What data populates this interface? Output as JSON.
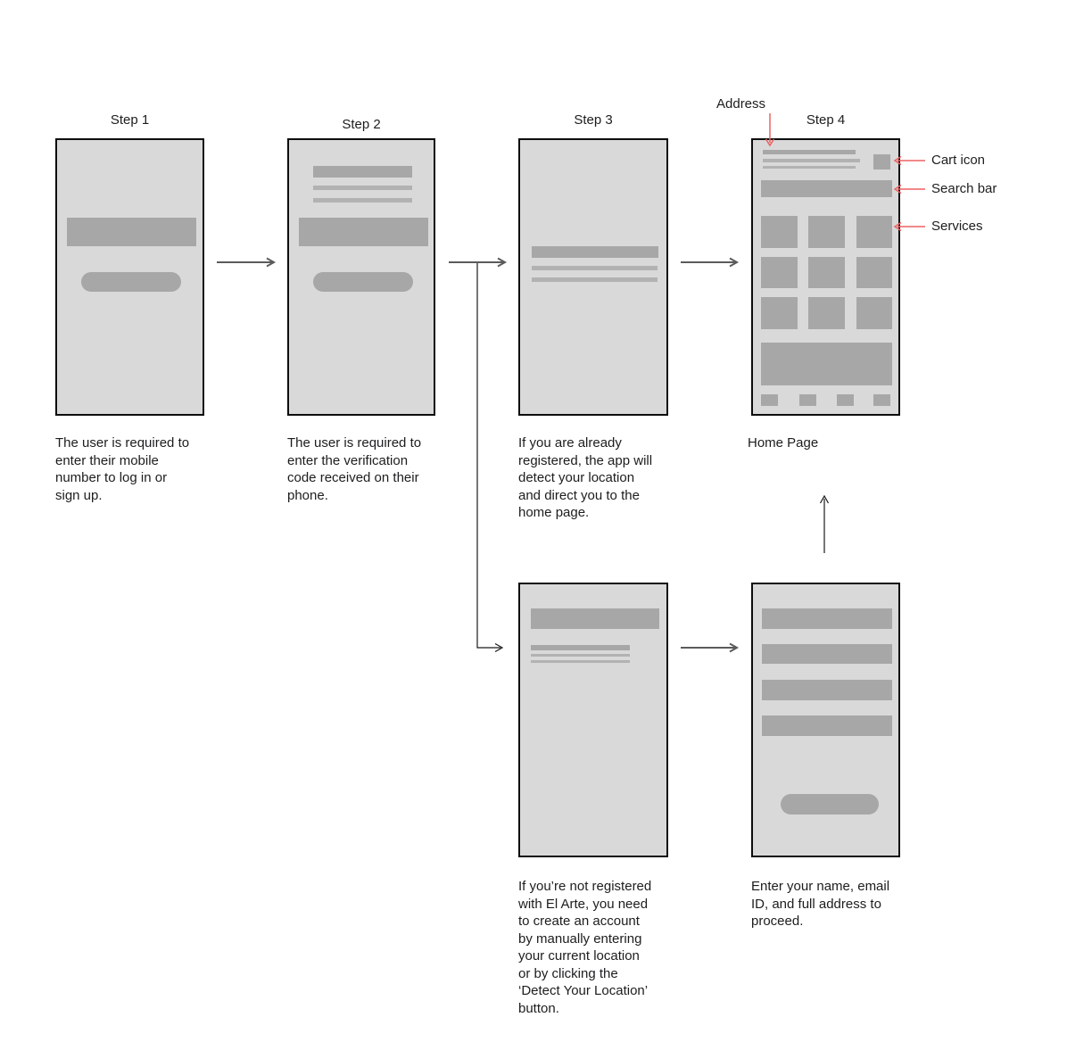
{
  "colors": {
    "background": "#ffffff",
    "phone_fill": "#d9d9d9",
    "phone_border": "#0d0d0d",
    "block_gray": "#a7a7a7",
    "thin_line_gray": "#b2b2b2",
    "flow_arrow_gray": "#5b5b5b",
    "connector_black": "#1a1a1a",
    "annotation_red": "#ee6161",
    "text_color": "#1d1d1f"
  },
  "steps": [
    {
      "title": "Step 1",
      "caption": "The user is required to\nenter their mobile\nnumber to log in or\nsign up."
    },
    {
      "title": "Step 2",
      "caption": "The user is required to\nenter the verification\ncode received on their\nphone."
    },
    {
      "title": "Step 3",
      "caption": "If you are already\nregistered, the app will\ndetect your location\nand direct you to the\nhome page."
    },
    {
      "title": "Step 4",
      "caption": "Home Page"
    }
  ],
  "alt_screens": [
    {
      "caption": "If you’re not registered\nwith El Arte, you need\nto create an account\nby manually entering\nyour current location\nor by clicking the\n‘Detect Your Location’\nbutton."
    },
    {
      "caption": "Enter your name, email\nID, and full address to\nproceed."
    }
  ],
  "annotations": {
    "address_label": "Address",
    "cart_label": "Cart icon",
    "search_label": "Search bar",
    "services_label": "Services"
  }
}
